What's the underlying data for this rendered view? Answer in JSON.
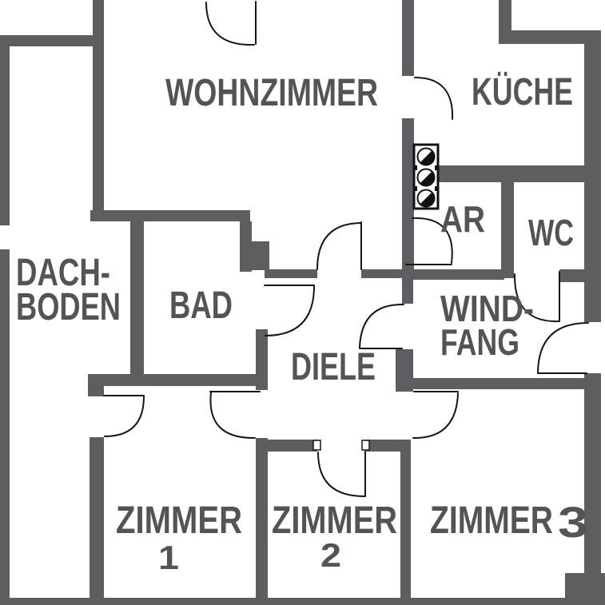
{
  "plan": {
    "title": "apartment-floor-plan",
    "colors": {
      "wall": "#5d5e61",
      "text": "#545457",
      "line": "#161616",
      "background": "#ffffff"
    },
    "rooms": {
      "wohnzimmer": {
        "label": "WOHNZIMMER"
      },
      "kueche": {
        "label": "KÜCHE"
      },
      "dachboden": {
        "line1": "DACH-",
        "line2": "BODEN"
      },
      "bad": {
        "label": "BAD"
      },
      "ar": {
        "label": "AR"
      },
      "wc": {
        "label": "WC"
      },
      "windfang": {
        "line1": "WIND-",
        "line2": "FANG"
      },
      "diele": {
        "label": "DIELE"
      },
      "zimmer1": {
        "label": "ZIMMER",
        "number": "1"
      },
      "zimmer2": {
        "label": "ZIMMER",
        "number": "2"
      },
      "zimmer3": {
        "label": "ZIMMER",
        "number": "3"
      }
    },
    "symbols": {
      "chimney": "chimney-flue-symbol",
      "doors": "door-swing-arc"
    }
  }
}
